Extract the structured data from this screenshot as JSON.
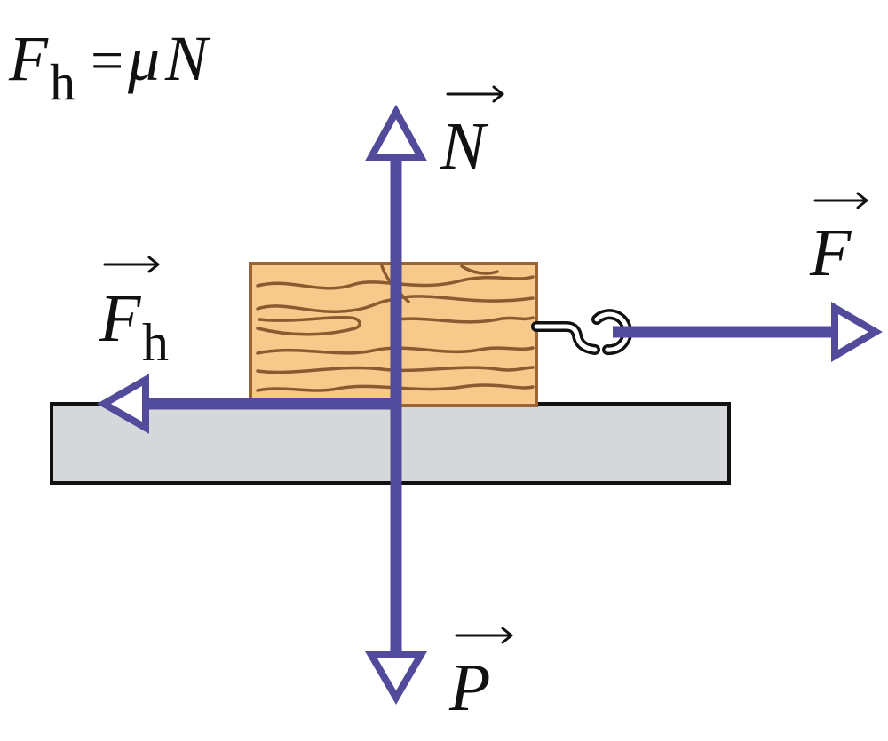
{
  "formula": {
    "lhs_symbol": "F",
    "lhs_subscript": "h",
    "equals": "=",
    "rhs_mu": "μ",
    "rhs_symbol": "N"
  },
  "labels": {
    "normal": {
      "symbol": "N",
      "vector_arrow": true
    },
    "applied": {
      "symbol": "F",
      "vector_arrow": true
    },
    "friction": {
      "symbol": "F",
      "subscript": "h",
      "vector_arrow": true
    },
    "weight": {
      "symbol": "P",
      "vector_arrow": true
    }
  },
  "colors": {
    "force_arrow": "#524b9c",
    "block_fill": "#f7c98a",
    "block_border": "#9a6436",
    "wood_grain": "#8b5a30",
    "surface_fill": "#d6d7da",
    "surface_border": "#111111",
    "background": "#ffffff"
  }
}
